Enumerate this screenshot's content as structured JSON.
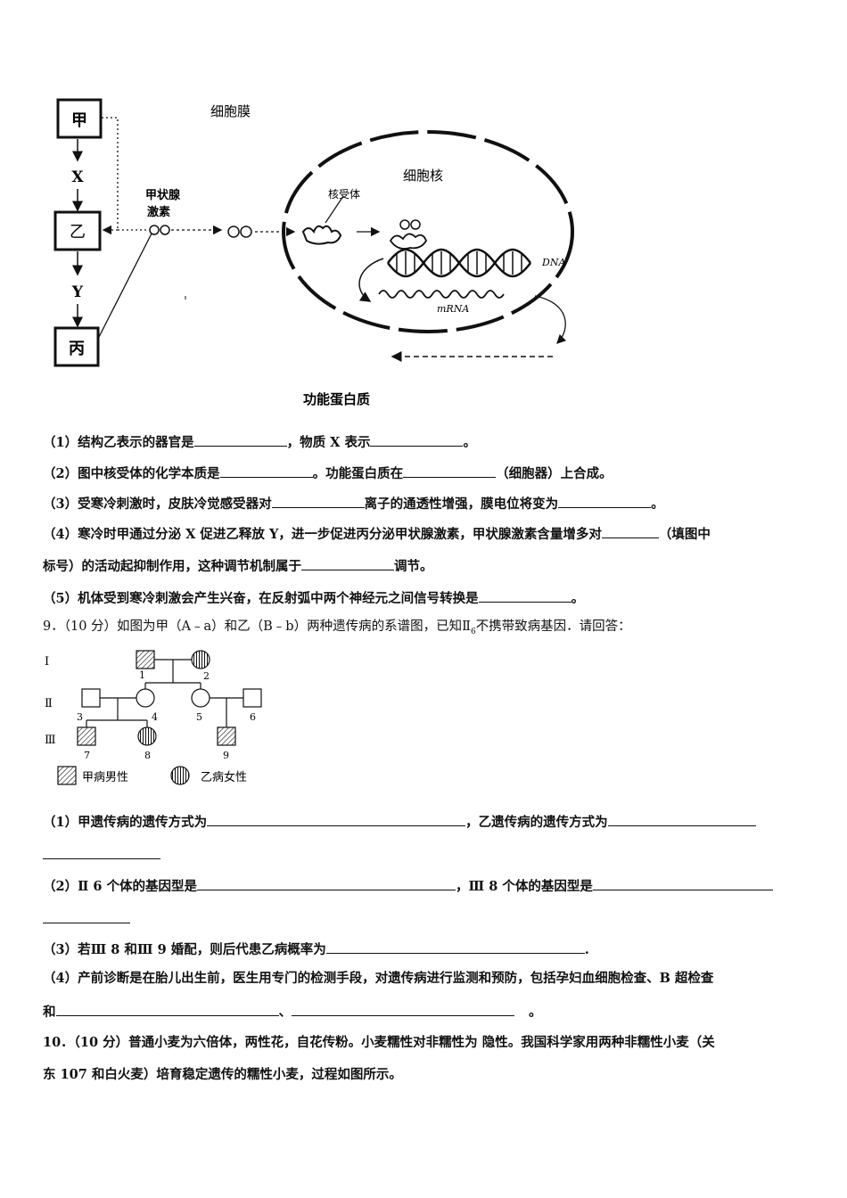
{
  "figure1": {
    "box_jia": "甲",
    "box_yi": "乙",
    "box_bing": "丙",
    "label_x": "X",
    "label_y": "Y",
    "hormone_label_1": "甲状腺",
    "hormone_label_2": "激素",
    "cell_membrane": "细胞膜",
    "nucleus": "细胞核",
    "receptor": "核受体",
    "dna": "DNA",
    "mrna": "mRNA",
    "functional_protein": "功能蛋白质"
  },
  "q8": {
    "p1_a": "（1）结构乙表示的器官是",
    "p1_b": "，物质 X 表示",
    "p1_c": "。",
    "p2_a": "（2）图中核受体的化学本质是",
    "p2_b": "。功能蛋白质在",
    "p2_c": "（细胞器）上合成。",
    "p3_a": "（3）受寒冷刺激时，皮肤冷觉感受器对",
    "p3_b": "离子的通透性增强，膜电位将变为",
    "p3_c": "。",
    "p4_a": "（4）寒冷时甲通过分泌 X 促进乙释放 Y，进一步促进丙分泌甲状腺激素，甲状腺激素含量增多对",
    "p4_b": "（填图中",
    "p4_c": "标号）的活动起抑制作用，这种调节机制属于",
    "p4_d": "调节。",
    "p5_a": "（5）机体受到寒冷刺激会产生兴奋，在反射弧中两个神经元之间信号转换是",
    "p5_b": "。"
  },
  "q9": {
    "header": "9．（10 分）如图为甲（A﹣a）和乙（B﹣b）两种遗传病的系谱图，已知Ⅱ",
    "header_sub": "6",
    "header_end": "不携带致病基因．请回答：",
    "pedigree": {
      "gen1": "Ⅰ",
      "gen2": "Ⅱ",
      "gen3": "Ⅲ",
      "n1": "1",
      "n2": "2",
      "n3": "3",
      "n4": "4",
      "n5": "5",
      "n6": "6",
      "n7": "7",
      "n8": "8",
      "n9": "9",
      "legend_a": "甲病男性",
      "legend_b": "乙病女性"
    },
    "p1_a": "（1）甲遗传病的遗传方式为",
    "p1_b": "，乙遗传病的遗传方式为",
    "p2_a": "（2）Ⅱ 6 个体的基因型是",
    "p2_b": "，Ⅲ 8 个体的基因型是",
    "p3_a": "（3）若Ⅲ 8 和Ⅲ 9 婚配，则后代患乙病概率为",
    "p3_b": ".",
    "p4_a": "（4）产前诊断是在胎儿出生前，医生用专门的检测手段，对遗传病进行监测和预防，包括孕妇血细胞检查、B 超检查",
    "p4_b": "和",
    "p4_c": "、",
    "p4_d": "。"
  },
  "q10": {
    "line1": "10．（10 分）普通小麦为六倍体，两性花，自花传粉。小麦糯性对非糯性为 隐性。我国科学家用两种非糯性小麦（关",
    "line2": "东 107 和白火麦）培育稳定遗传的糯性小麦，过程如图所示。"
  }
}
